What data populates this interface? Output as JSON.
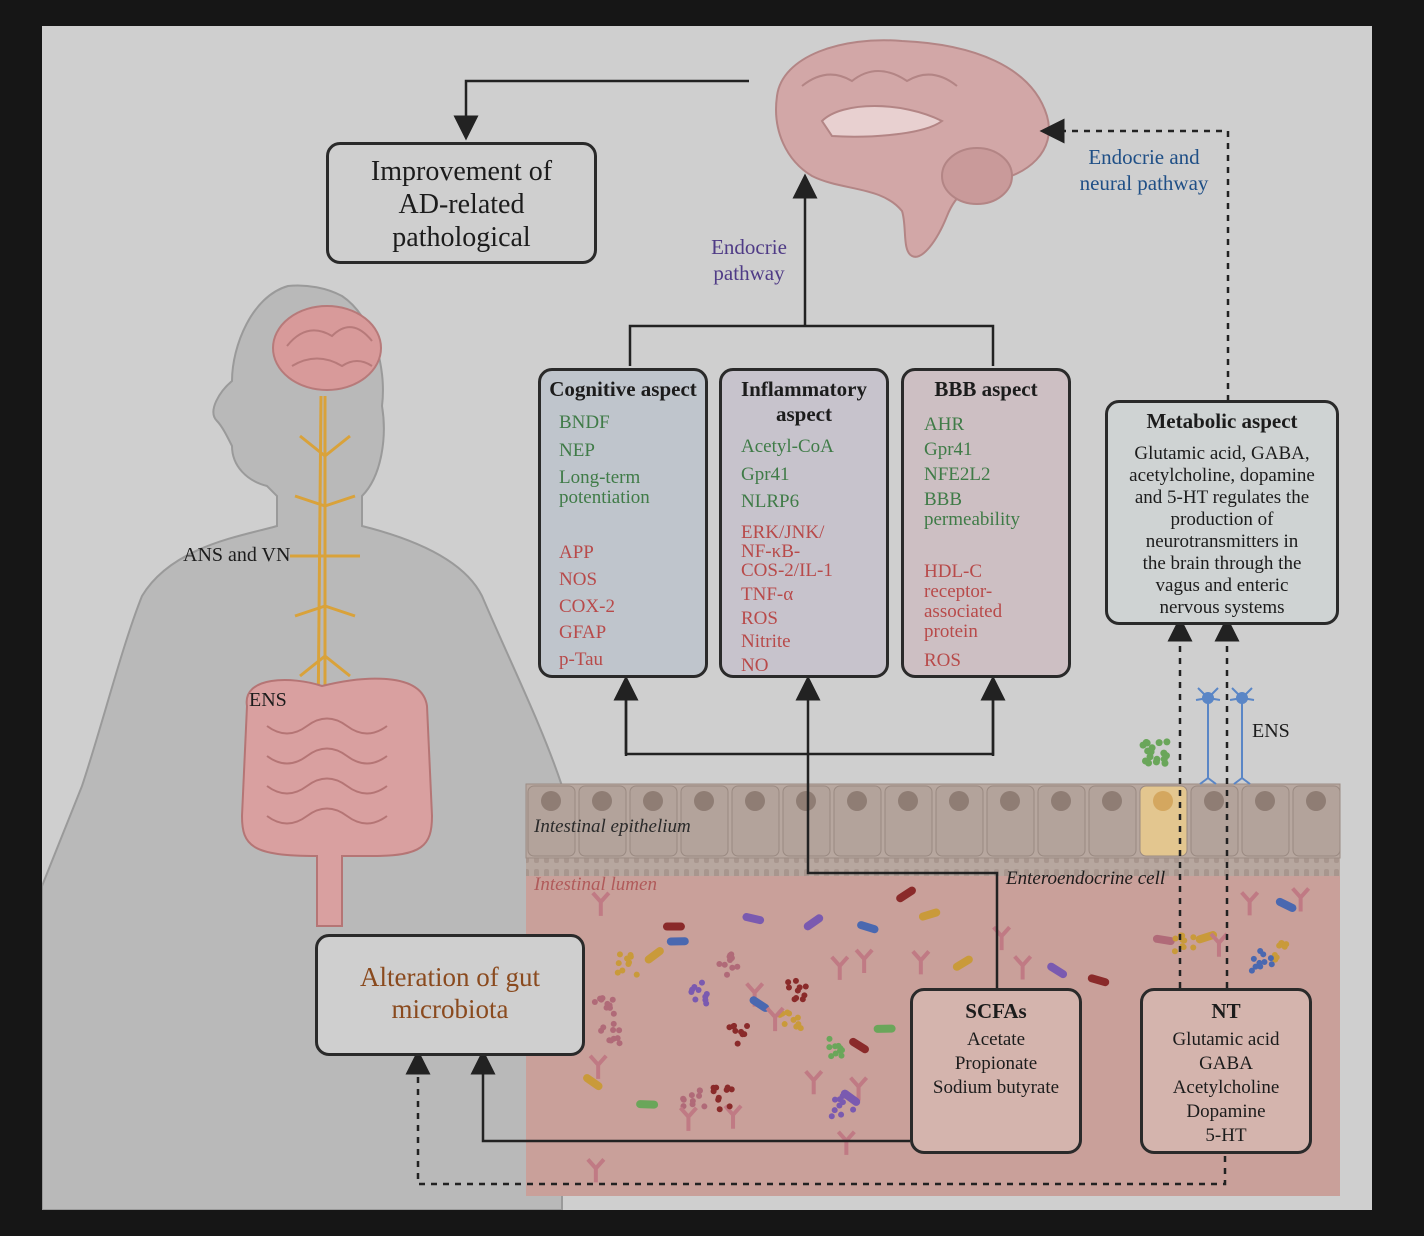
{
  "improvement_box": {
    "text": "Improvement of\nAD-related\npathological"
  },
  "endocrine_pathway": "Endocrie\npathway",
  "endocrine_neural_pathway": "Endocrie and\nneural pathway",
  "body_labels": {
    "ans_vn": "ANS and VN",
    "ens": "ENS"
  },
  "cognitive": {
    "title": "Cognitive aspect",
    "up": [
      "BNDF",
      "NEP",
      "Long-term\npotentiation"
    ],
    "down": [
      "APP",
      "NOS",
      "COX-2",
      "GFAP",
      "p-Tau"
    ]
  },
  "inflammatory": {
    "title": "Inflammatory\naspect",
    "up": [
      "Acetyl-CoA",
      "Gpr41",
      "NLRP6"
    ],
    "down": [
      "ERK/JNK/\nNF-κB-\nCOS-2/IL-1",
      "TNF-α",
      "ROS",
      "Nitrite",
      "NO"
    ]
  },
  "bbb": {
    "title": "BBB aspect",
    "up": [
      "AHR",
      "Gpr41",
      "NFE2L2",
      "BBB\npermeability"
    ],
    "down": [
      "HDL-C\nreceptor-\nassociated\nprotein",
      "ROS"
    ]
  },
  "metabolic": {
    "title": "Metabolic aspect",
    "text": "Glutamic acid, GABA,\nacetylcholine, dopamine\nand 5-HT regulates the\nproduction of\nneurotransmitters in\nthe brain through the\nvagus and enteric\nnervous systems"
  },
  "gut_labels": {
    "epithelium": "Intestinal epithelium",
    "lumen": "Intestinal lumen",
    "enteroendocrine": "Enteroendocrine cell",
    "ens": "ENS"
  },
  "alteration_box": {
    "text": "Alteration of gut\nmicrobiota"
  },
  "scfas": {
    "title": "SCFAs",
    "items": [
      "Acetate",
      "Propionate",
      "Sodium butyrate"
    ]
  },
  "nt": {
    "title": "NT",
    "items": [
      "Glutamic acid",
      "GABA",
      "Acetylcholine",
      "Dopamine",
      "5-HT"
    ]
  },
  "colors": {
    "up": "#3f7b47",
    "down": "#b84a4a",
    "blue_label": "#1f4f86",
    "purple_label": "#4f3b86",
    "alteration_text": "#8a4a1e"
  },
  "icons": [
    "brain-icon",
    "human-body-icon",
    "neuron-icon",
    "bacteria-icon"
  ]
}
